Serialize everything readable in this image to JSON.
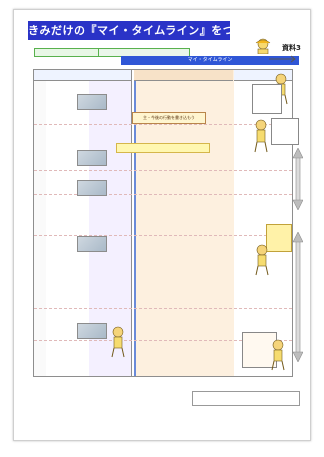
{
  "title": "きみだけの『マイ・タイムライン』をつくってみよう！！",
  "reference_label": "資料3",
  "timeline_header": "マイ・タイムライン",
  "mine_callout": "主・今後の行動を書き込もう",
  "colors": {
    "title_bg": "#2a33c7",
    "timeline_header_bg": "#2f56d6",
    "mine_column_bg": "#fdf0df",
    "action_column_bg": "#f4f0ff",
    "green_text": "#1b7c1b",
    "red_text": "#c41b1b",
    "callout_yellow": "#fff2a8"
  },
  "icons": {
    "character": "student-character-icon",
    "arrow": "vertical-double-arrow-icon"
  }
}
